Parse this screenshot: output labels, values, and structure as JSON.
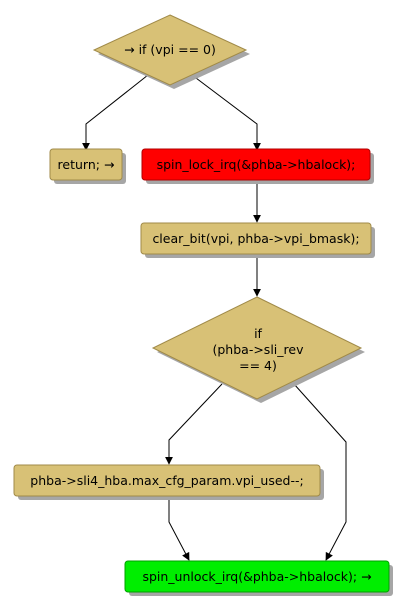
{
  "flowchart": {
    "decision_top": {
      "label": "→ if (vpi == 0)"
    },
    "return_box": {
      "label": "return; →"
    },
    "spin_lock_box": {
      "label": "spin_lock_irq(&phba->hbalock);"
    },
    "clear_bit_box": {
      "label": "clear_bit(vpi, phba->vpi_bmask);"
    },
    "decision_sli": {
      "lines": [
        "if",
        "(phba->sli_rev",
        "== 4)"
      ]
    },
    "vpi_used_box": {
      "label": "phba->sli4_hba.max_cfg_param.vpi_used--;"
    },
    "spin_unlock_box": {
      "label": "spin_unlock_irq(&phba->hbalock); →"
    }
  },
  "colors": {
    "node_fill": "#d8c176",
    "node_stroke": "#a08a48",
    "highlight_red": "#ff0000",
    "highlight_green": "#00ee00",
    "shadow": "#a6a6a6",
    "edge": "#000000"
  }
}
